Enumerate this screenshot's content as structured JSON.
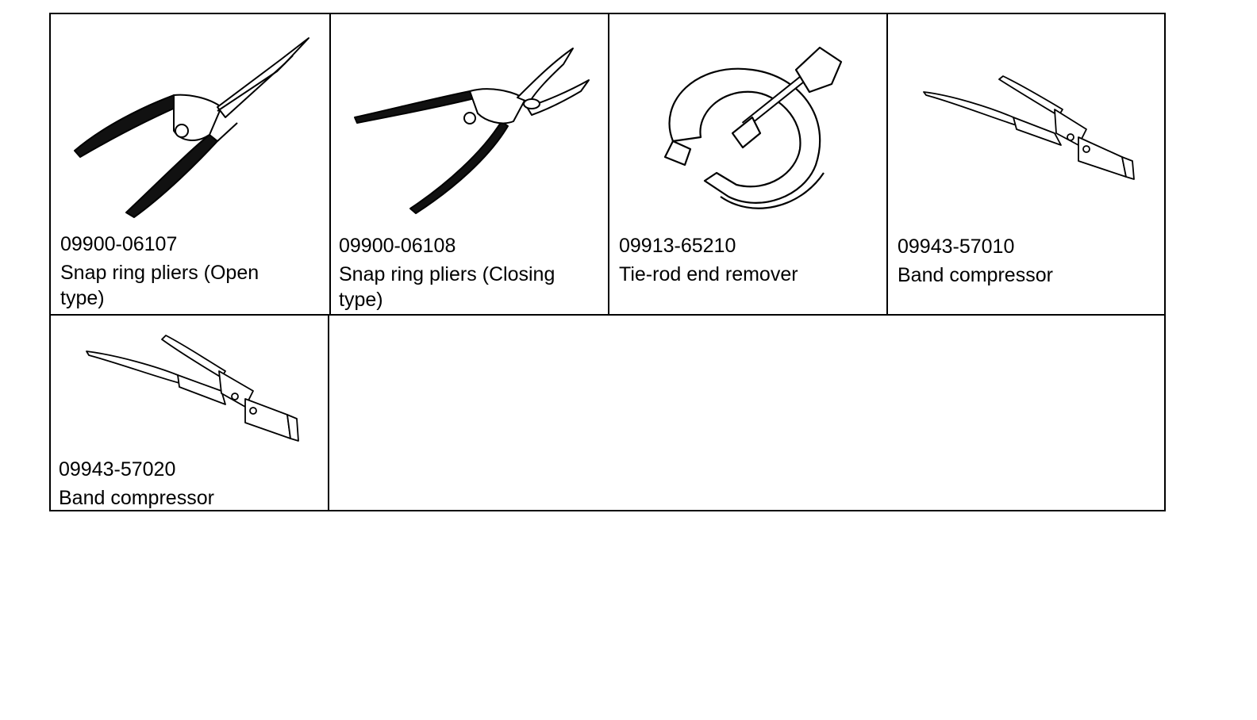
{
  "tools": [
    {
      "part_number": "09900-06107",
      "name": "Snap ring pliers (Open type)",
      "icon": "snap-ring-pliers-open-icon"
    },
    {
      "part_number": "09900-06108",
      "name": "Snap ring pliers (Closing type)",
      "icon": "snap-ring-pliers-closing-icon"
    },
    {
      "part_number": "09913-65210",
      "name": "Tie-rod end remover",
      "icon": "tie-rod-end-remover-icon"
    },
    {
      "part_number": "09943-57010",
      "name": "Band compressor",
      "icon": "band-compressor-icon"
    },
    {
      "part_number": "09943-57020",
      "name": "Band compressor",
      "icon": "band-compressor-icon"
    }
  ]
}
